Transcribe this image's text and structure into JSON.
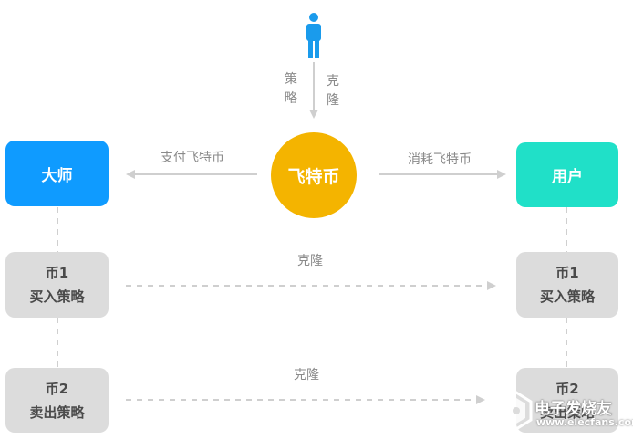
{
  "colors": {
    "master_box": "#0f9bff",
    "user_box": "#20e0c8",
    "coin": "#f4b400",
    "gray_box": "#dcdcdc",
    "arrow": "#cfcfcf",
    "person": "#1a9bec"
  },
  "icons": {
    "person": "person-icon",
    "watermark": "electronics-logo-icon"
  },
  "person": {
    "label_left": "策略",
    "label_right": "克隆"
  },
  "coin": {
    "label": "飞特币"
  },
  "master": {
    "label": "大师"
  },
  "user": {
    "label": "用户"
  },
  "arrows": {
    "pay_label": "支付飞特币",
    "consume_label": "消耗飞特币"
  },
  "rows": [
    {
      "clone_label": "克隆",
      "left": {
        "line1": "币1",
        "line2": "买入策略"
      },
      "right": {
        "line1": "币1",
        "line2": "买入策略"
      }
    },
    {
      "clone_label": "克隆",
      "left": {
        "line1": "币2",
        "line2": "卖出策略"
      },
      "right": {
        "line1": "币2",
        "line2": "卖出策略"
      }
    }
  ],
  "watermark": {
    "title": "电子发烧友",
    "url": "www.elecfans.com"
  }
}
